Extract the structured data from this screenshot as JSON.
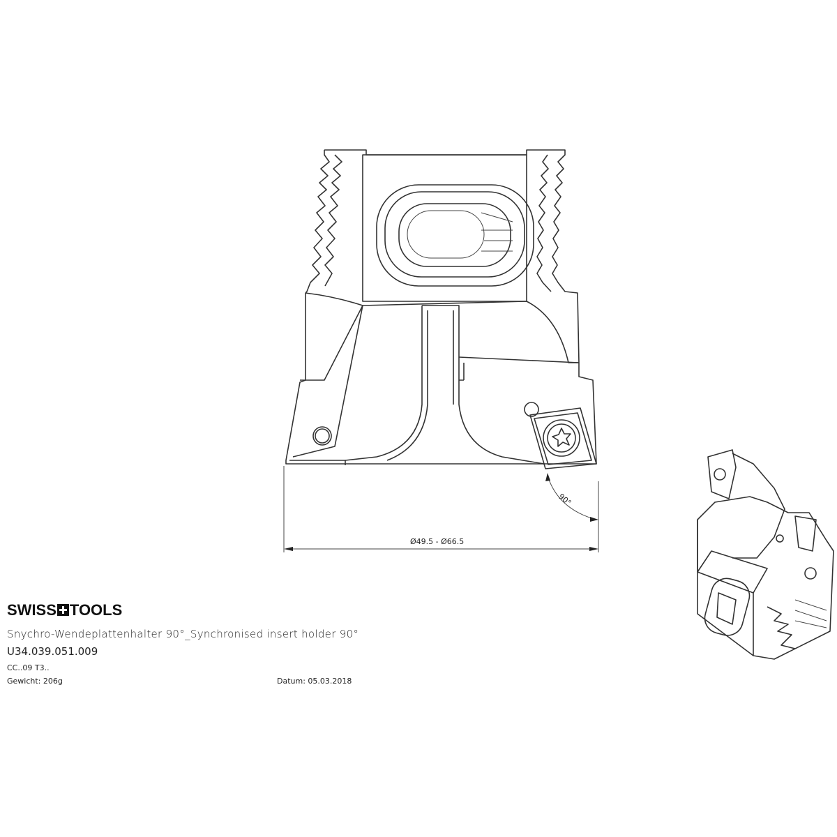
{
  "brand": {
    "name_left": "SWISS",
    "name_right": "TOOLS"
  },
  "title": "Snychro-Wendeplattenhalter 90°_Synchronised insert holder 90°",
  "article_number": "U34.039.051.009",
  "insert_type": "CC..09 T3..",
  "weight": "Gewicht: 206g",
  "date": "Datum: 05.03.2018",
  "dimensions": {
    "diameter_range": "Ø49.5 - Ø66.5",
    "angle": "90°"
  }
}
